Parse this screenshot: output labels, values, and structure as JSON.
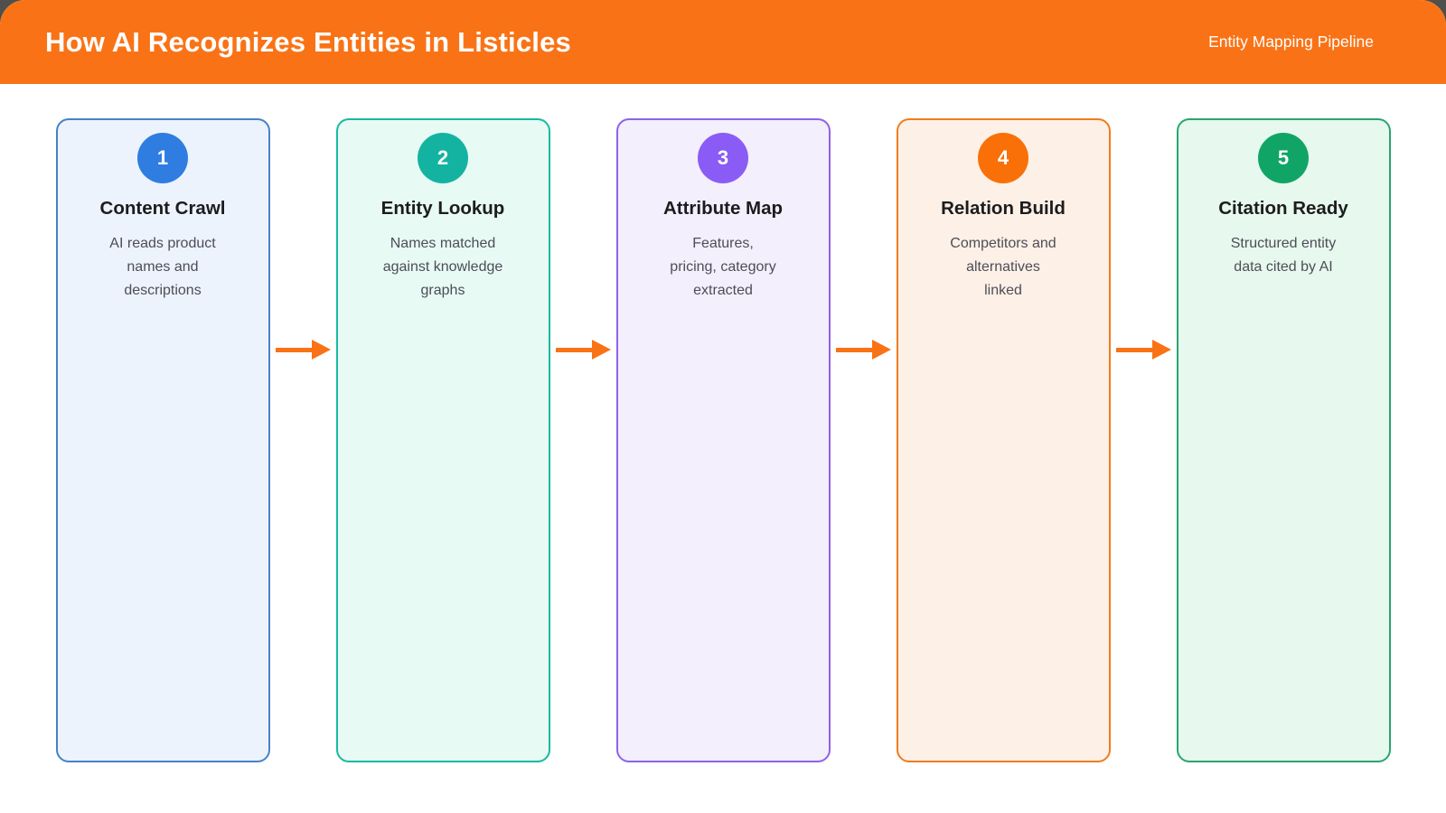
{
  "header": {
    "title": "How AI Recognizes Entities in Listicles",
    "subtitle": "Entity Mapping Pipeline",
    "background_color": "#f97316"
  },
  "pipeline": {
    "arrow_color": "#f97316",
    "steps": [
      {
        "number": "1",
        "title": "Content Crawl",
        "description": "AI reads product\nnames and\ndescriptions",
        "accent_color": "#2f7de1",
        "border_color": "#4583c6",
        "background_color": "#ecf3fc"
      },
      {
        "number": "2",
        "title": "Entity Lookup",
        "description": "Names matched\nagainst knowledge\ngraphs",
        "accent_color": "#14b3a1",
        "border_color": "#18b9a2",
        "background_color": "#e7faf4"
      },
      {
        "number": "3",
        "title": "Attribute Map",
        "description": "Features,\npricing, category\nextracted",
        "accent_color": "#8a5cf5",
        "border_color": "#9061e8",
        "background_color": "#f3effc"
      },
      {
        "number": "4",
        "title": "Relation Build",
        "description": "Competitors and\nalternatives\nlinked",
        "accent_color": "#f97008",
        "border_color": "#ee7d1f",
        "background_color": "#fdf0e6"
      },
      {
        "number": "5",
        "title": "Citation Ready",
        "description": "Structured entity\ndata cited by AI",
        "accent_color": "#10a566",
        "border_color": "#2ba471",
        "background_color": "#e7f8ee"
      }
    ]
  }
}
